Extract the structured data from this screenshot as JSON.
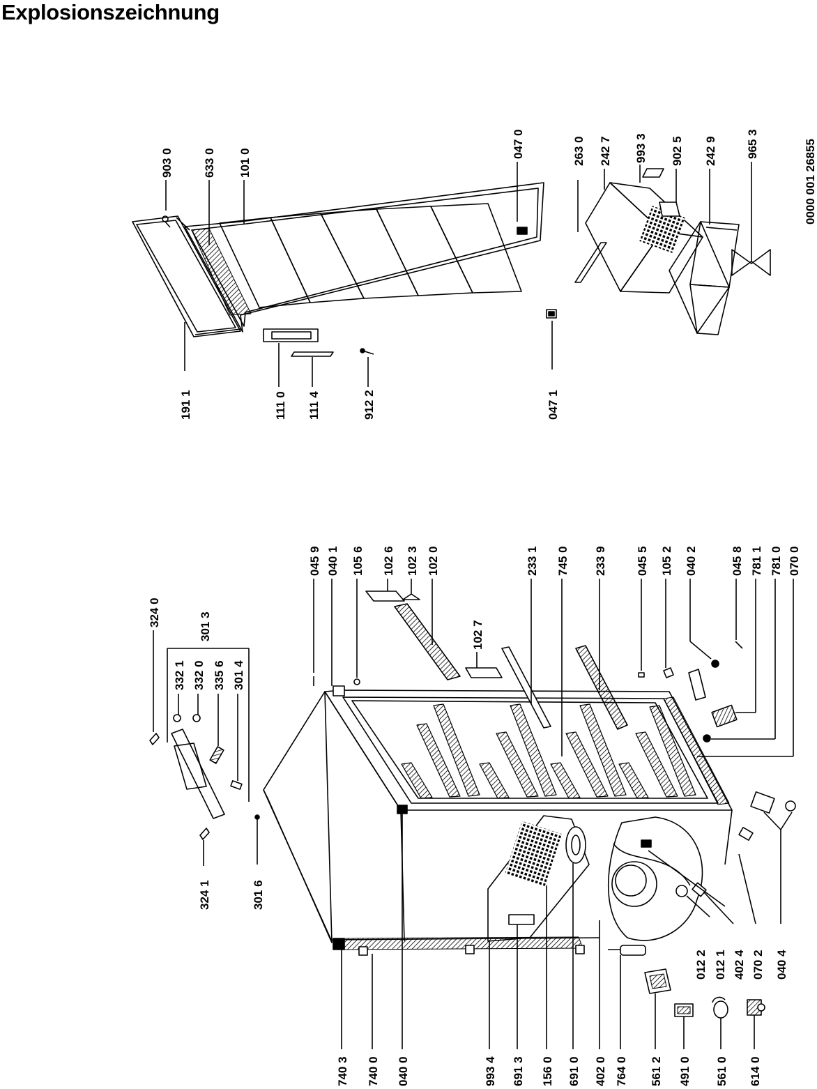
{
  "title": "Explosionszeichnung",
  "document_number": "0000 001 26855",
  "door_parts": [
    "903 0",
    "633 0",
    "101 0",
    "047 0",
    "191 1",
    "111 0",
    "111 4",
    "912 2",
    "047 1"
  ],
  "basket_parts": [
    "263 0",
    "242 7",
    "993 3",
    "902 5",
    "242 9",
    "965 3"
  ],
  "top_callouts": [
    "324 0",
    "332 1",
    "332 0",
    "335 6",
    "301 4",
    "301 3"
  ],
  "left_callouts": [
    "324 1",
    "301 6"
  ],
  "right_callouts": [
    "045 9",
    "040 1",
    "105 6",
    "102 6",
    "102 3",
    "102 0",
    "102 7",
    "233 1",
    "745 0",
    "233 9",
    "045 5",
    "105 2",
    "040 2",
    "045 8",
    "781 1",
    "781 0",
    "070 0"
  ],
  "bottom_callouts": [
    "740 3",
    "740 0",
    "040 0",
    "993 4",
    "691 3",
    "156 0",
    "691 0",
    "402 0",
    "764 0",
    "561 2",
    "491 0",
    "561 0",
    "614 0"
  ],
  "compressor_callouts": [
    "012 2",
    "012 1",
    "402 4",
    "070 2",
    "040 4"
  ]
}
